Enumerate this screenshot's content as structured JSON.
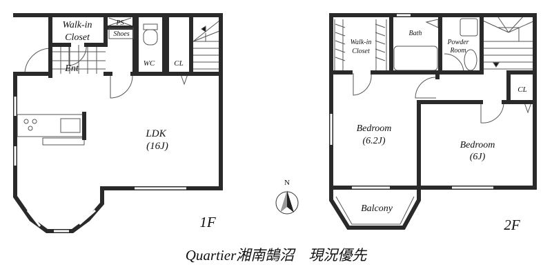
{
  "floor1": {
    "level": "1F",
    "rooms": {
      "walk_in_closet_1": "Walk-in",
      "walk_in_closet_2": "Closet",
      "ps": "PS",
      "shoes": "Shoes",
      "wc": "WC",
      "cl": "CL",
      "ent": "Ent",
      "ldk": "LDK",
      "ldk_size": "(16J)"
    }
  },
  "floor2": {
    "level": "2F",
    "rooms": {
      "walk_in_closet_1": "Walk-in",
      "walk_in_closet_2": "Closet",
      "bath": "Bath",
      "powder_1": "Powder",
      "powder_2": "Room",
      "cl": "CL",
      "bedroom_a": "Bedroom",
      "bedroom_a_size": "(6.2J)",
      "bedroom_b": "Bedroom",
      "bedroom_b_size": "(6J)",
      "balcony": "Balcony"
    }
  },
  "compass": {
    "label": "N",
    "icon": "north-arrow-icon"
  },
  "title": "Quartier湘南鵠沼　現況優先"
}
